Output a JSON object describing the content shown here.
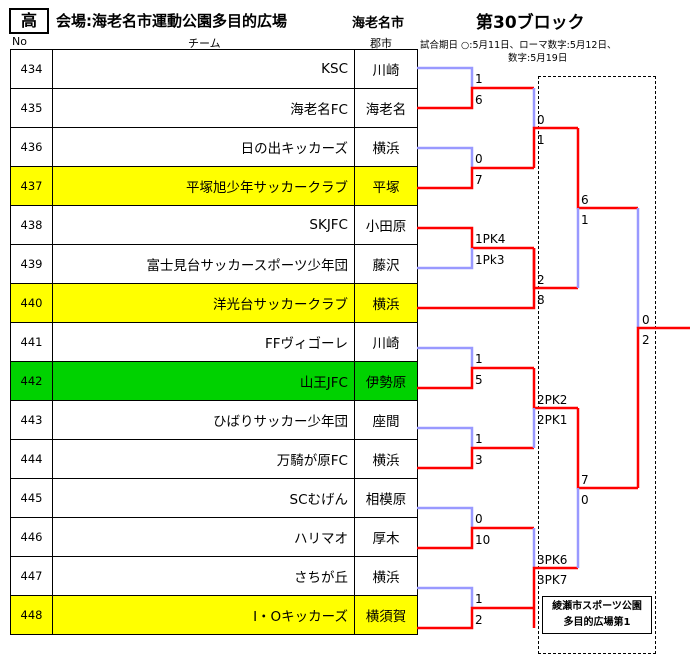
{
  "header": {
    "grade": "高",
    "venue": "会場:海老名市運動公園多目的広場",
    "city": "海老名市",
    "block": "第30ブロック",
    "schedule_line1": "試合期日 ○:5月11日、ローマ数字:5月12日、",
    "schedule_line2": "数字:5月19日"
  },
  "columns": {
    "no": "No",
    "team": "チーム",
    "city": "郡市"
  },
  "teams": [
    {
      "no": "434",
      "name": "KSC",
      "city": "川崎"
    },
    {
      "no": "435",
      "name": "海老名FC",
      "city": "海老名"
    },
    {
      "no": "436",
      "name": "日の出キッカーズ",
      "city": "横浜"
    },
    {
      "no": "437",
      "name": "平塚旭少年サッカークラブ",
      "city": "平塚"
    },
    {
      "no": "438",
      "name": "SKJFC",
      "city": "小田原"
    },
    {
      "no": "439",
      "name": "富士見台サッカースポーツ少年団",
      "city": "藤沢"
    },
    {
      "no": "440",
      "name": "洋光台サッカークラブ",
      "city": "横浜"
    },
    {
      "no": "441",
      "name": "FFヴィゴーレ",
      "city": "川崎"
    },
    {
      "no": "442",
      "name": "山王JFC",
      "city": "伊勢原"
    },
    {
      "no": "443",
      "name": "ひばりサッカー少年団",
      "city": "座間"
    },
    {
      "no": "444",
      "name": "万騎が原FC",
      "city": "横浜"
    },
    {
      "no": "445",
      "name": "SCむげん",
      "city": "相模原"
    },
    {
      "no": "446",
      "name": "ハリマオ",
      "city": "厚木"
    },
    {
      "no": "447",
      "name": "さちが丘",
      "city": "横浜"
    },
    {
      "no": "448",
      "name": "I・Oキッカーズ",
      "city": "横須賀"
    }
  ],
  "scores": {
    "r1_434": "1",
    "r1_435": "6",
    "r1_436": "0",
    "r1_437": "7",
    "r1_438": "1PK4",
    "r1_439": "1Pk3",
    "r1_441": "1",
    "r1_442": "5",
    "r1_443": "1",
    "r1_444": "3",
    "r1_445": "0",
    "r1_446": "10",
    "r1_447": "1",
    "r1_448": "2",
    "r2_a": "0",
    "r2_b": "1",
    "r2_c": "2",
    "r2_d": "8",
    "r2_e": "2PK2",
    "r2_f": "2PK1",
    "r2_g": "3PK6",
    "r2_h": "3PK7",
    "r3_a": "6",
    "r3_b": "1",
    "r3_c": "7",
    "r3_d": "0",
    "final_a": "0",
    "final_b": "2"
  },
  "venue_box": {
    "line1": "綾瀬市スポーツ公園",
    "line2": "多目的広場第1"
  },
  "colors": {
    "win": "#ff0000",
    "lose": "#9999ff",
    "highlight": "#ffff00",
    "green": "#00d200"
  }
}
